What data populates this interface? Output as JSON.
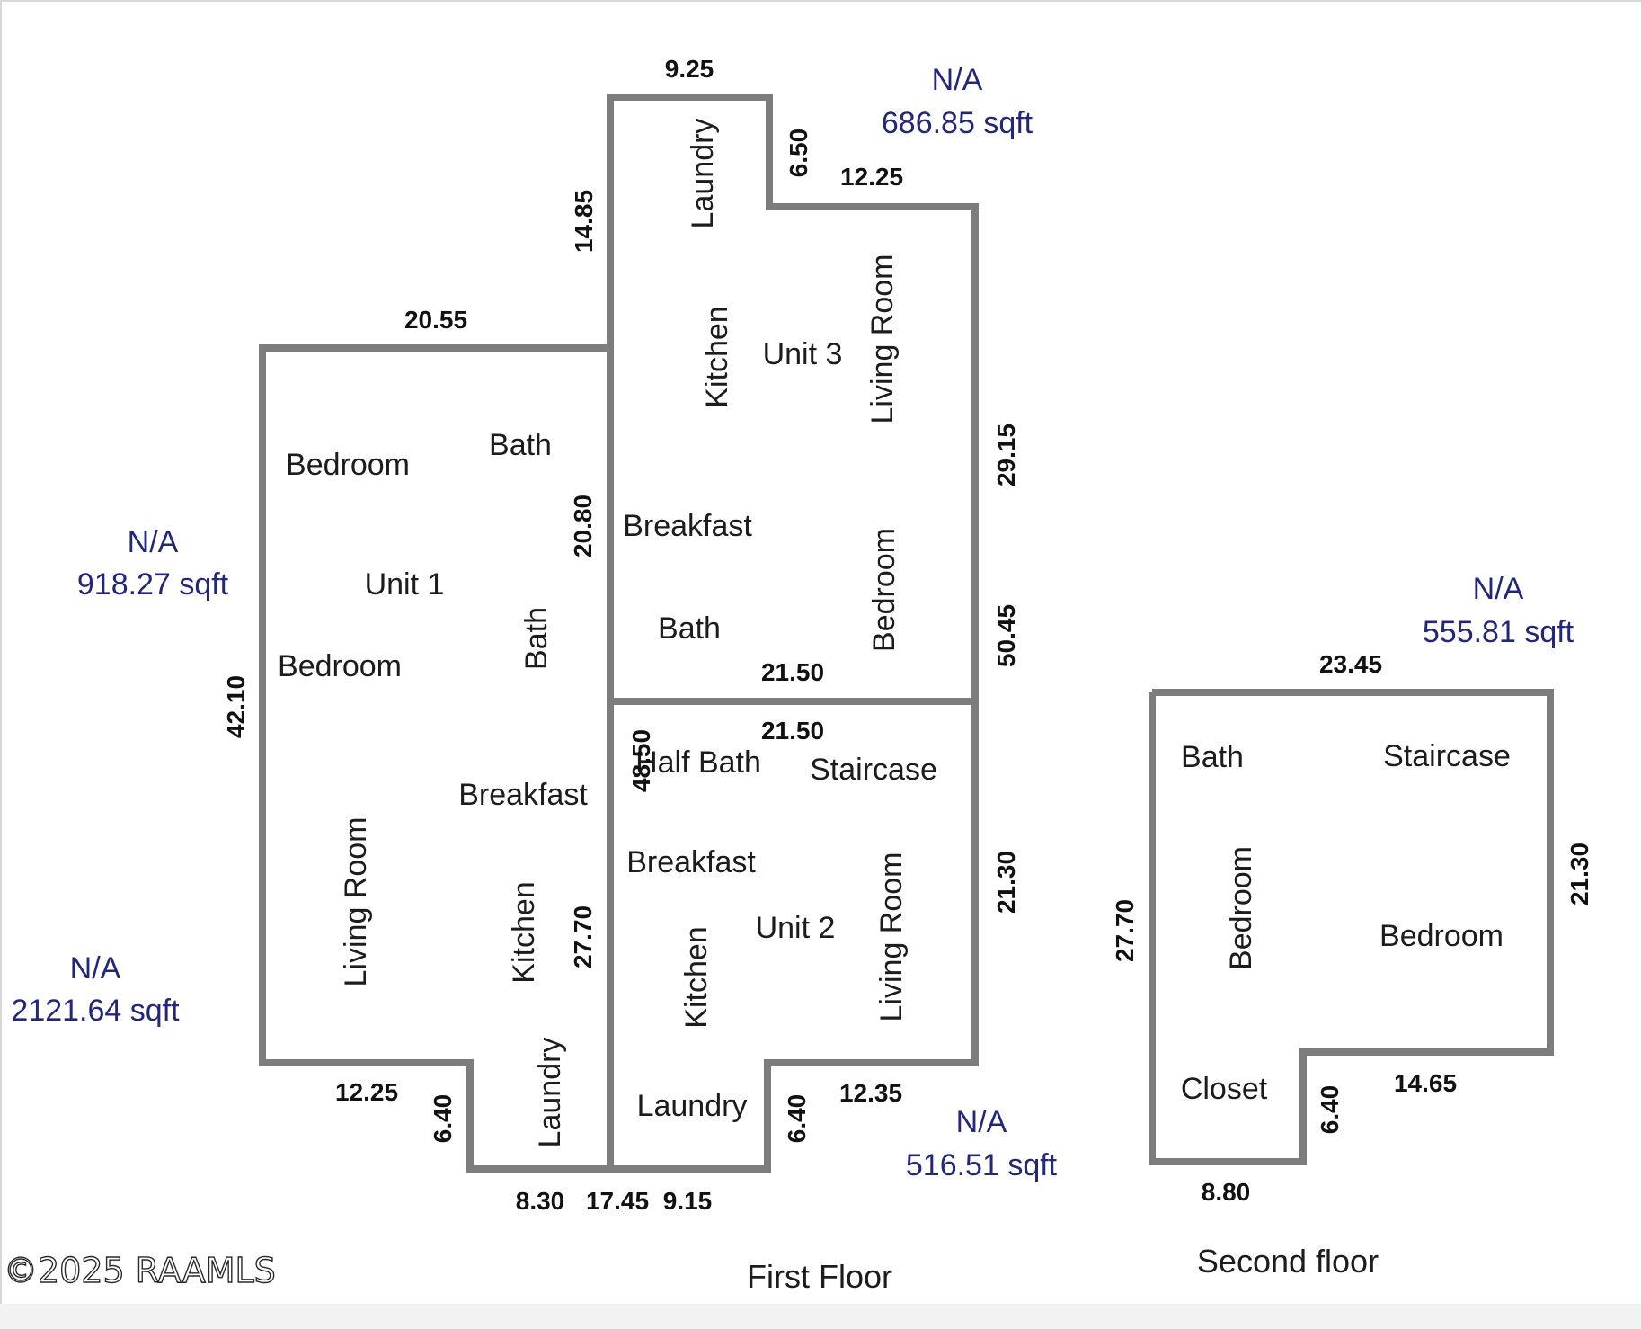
{
  "floor_plan": {
    "captions": {
      "first_floor": "First Floor",
      "second_floor": "Second floor"
    },
    "copyright": "©2025 RAAMLS",
    "areas": [
      {
        "na": "N/A",
        "sqft": "686.85 sqft"
      },
      {
        "na": "N/A",
        "sqft": "918.27 sqft"
      },
      {
        "na": "N/A",
        "sqft": "2121.64 sqft"
      },
      {
        "na": "N/A",
        "sqft": "516.51 sqft"
      },
      {
        "na": "N/A",
        "sqft": "555.81 sqft"
      }
    ],
    "unit3": {
      "name": "Unit 3",
      "rooms": [
        "Laundry",
        "Kitchen",
        "Living Room",
        "Breakfast",
        "Bath",
        "Bedroom"
      ]
    },
    "unit1": {
      "name": "Unit 1",
      "rooms": [
        "Bedroom",
        "Bath",
        "Bedroom",
        "Bath",
        "Breakfast",
        "Living Room",
        "Kitchen",
        "Laundry"
      ]
    },
    "unit2": {
      "name": "Unit 2",
      "rooms": [
        "Half Bath",
        "Staircase",
        "Breakfast",
        "Kitchen",
        "Living Room",
        "Laundry"
      ]
    },
    "second": {
      "rooms": [
        "Bath",
        "Staircase",
        "Bedroom",
        "Bedroom",
        "Closet"
      ]
    },
    "dims": {
      "first": [
        "9.25",
        "6.50",
        "12.25",
        "14.85",
        "20.55",
        "20.80",
        "29.15",
        "50.45",
        "21.50",
        "21.50",
        "48.50",
        "42.10",
        "27.70",
        "21.30",
        "12.25",
        "6.40",
        "6.40",
        "12.35",
        "8.30",
        "17.45",
        "9.15"
      ],
      "second": [
        "23.45",
        "21.30",
        "27.70",
        "6.40",
        "14.65",
        "8.80"
      ]
    }
  }
}
